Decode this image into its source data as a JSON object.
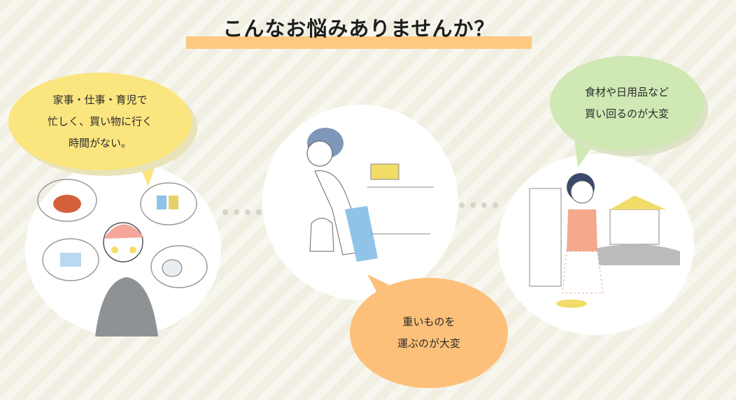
{
  "title": "こんなお悩みありませんか？",
  "concerns": [
    {
      "text": "家事・仕事・育児で\n忙しく、買い物に行く\n時間がない。",
      "color": "#fbe57f",
      "illustration": "busy-mother-illustration"
    },
    {
      "text": "重いものを\n運ぶのが大変",
      "color": "#fdc07a",
      "illustration": "elderly-woman-carrying-bags-illustration"
    },
    {
      "text": "食材や日用品など\n買い回るのが大変",
      "color": "#cfe8b4",
      "illustration": "tired-woman-walking-illustration"
    }
  ],
  "colors": {
    "title_underline": "#fdc982",
    "circle": "#ffffff"
  }
}
